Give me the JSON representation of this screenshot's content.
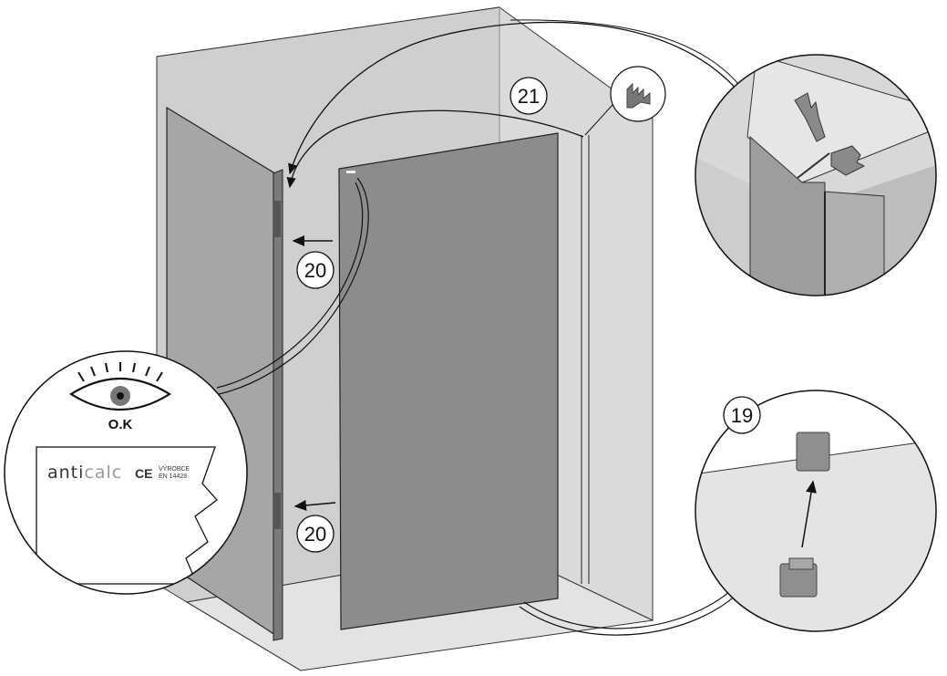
{
  "steps": {
    "step_21": "21",
    "step_20_top": "20",
    "step_20_bottom": "20",
    "step_19": "19"
  },
  "inspection": {
    "ok_label": "O.K",
    "brand_part1": "anti",
    "brand_part2": "calc",
    "ce_mark": "CE",
    "manufacturer_line": "VÝROBCE",
    "standard_line": "EN 14428"
  },
  "colors": {
    "panel_dark": "#8c8c8c",
    "enclosure_light": "#d9d9d9",
    "outline": "#222222"
  },
  "icons": [
    "eye-icon",
    "seal-profile-icon",
    "arrow-icon"
  ]
}
